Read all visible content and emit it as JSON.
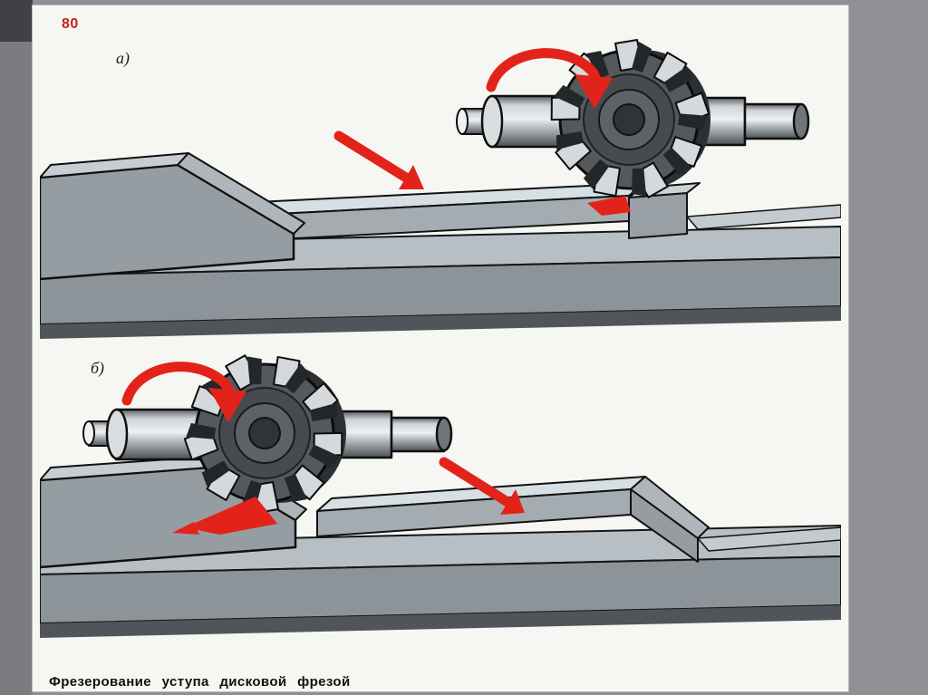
{
  "page": {
    "number": "80",
    "caption": "Фрезерование уступа дисковой фрезой"
  },
  "figures": [
    {
      "label": "а)"
    },
    {
      "label": "б)"
    }
  ],
  "icons": {
    "rotation_arrow": "curved-red-arrow-clockwise",
    "feed_arrow": "straight-red-arrow-down-right",
    "chip": "red-chip-highlight"
  },
  "colors": {
    "accent_red": "#e2231a",
    "page_background": "#f6f6f2",
    "slide_background": "#8f8f94",
    "metal_light": "#d6dfe4",
    "metal_mid": "#969da2",
    "metal_dark": "#50555a"
  }
}
